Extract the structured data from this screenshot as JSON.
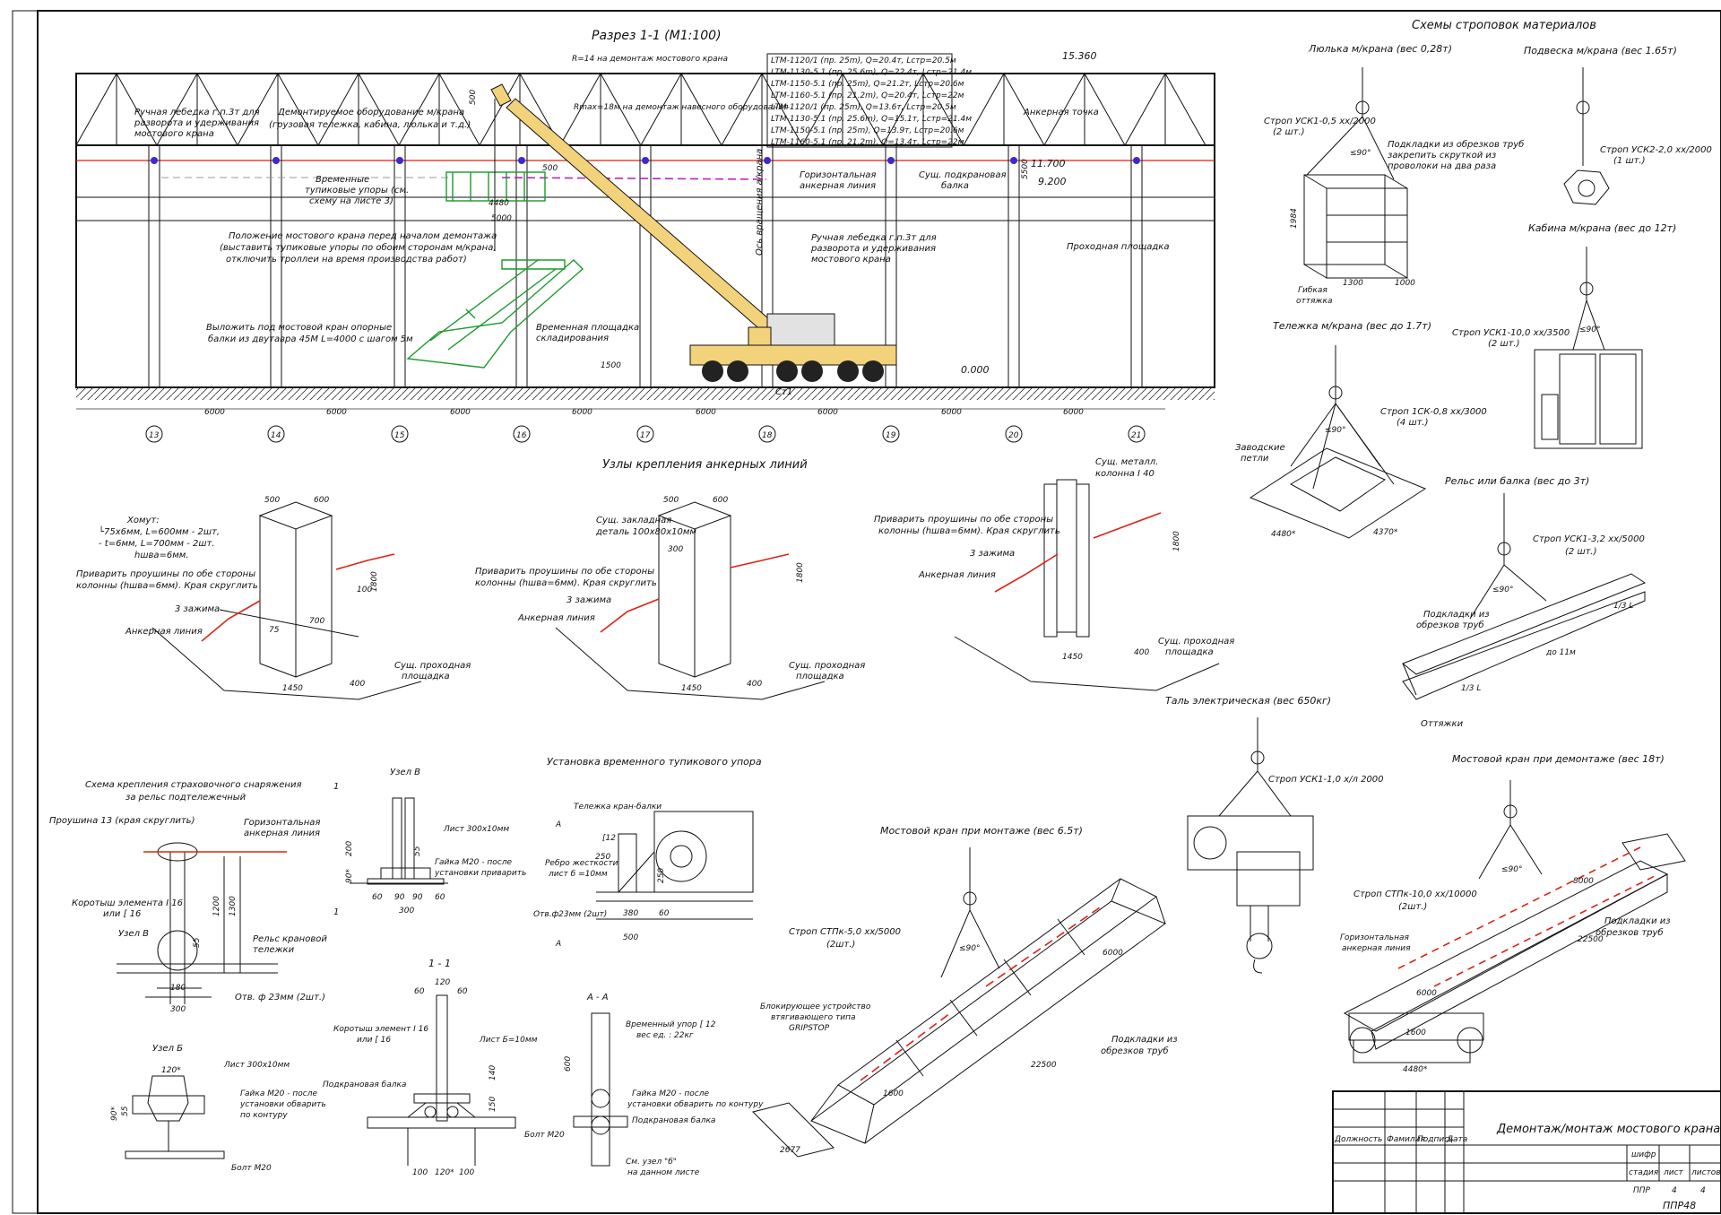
{
  "section": {
    "title": "Разрез 1-1 (М1:100)",
    "radius_label": "R=14 на демонтаж мостового крана",
    "radius_label2": "Rmax=18м на демонтаж навесного оборудования",
    "elev_top": "15.360",
    "elev_mid": "11.700",
    "elev_low": "9.200",
    "elev_zero": "0.000",
    "dim_500": "500",
    "dim_4480": "4480",
    "dim_5000": "5000",
    "dim_5500": "5500",
    "dim_1500": "1500",
    "crane_table": [
      "LTM-1120/1 (пр. 25m), Q=20.4т, Lстр=20.5м",
      "LTM-1130-5.1 (пр. 25.6m), Q=22.4т, Lстр=21.4м",
      "LTM-1150-5.1 (пр. 25m), Q=21.2т, Lстр=20.6м",
      "LTM-1160-5.1 (пр. 21.2m), Q=20.4т, Lстр=22м",
      "LTM-1120/1 (пр. 25m), Q=13.6т, Lстр=20.5м",
      "LTM-1130-5.1 (пр. 25.6m), Q=15.1т, Lстр=21.4м",
      "LTM-1150-5.1 (пр. 25m), Q=13.9т, Lстр=20.6м",
      "LTM-1160-5.1 (пр. 21.2m), Q=13.4т, Lстр=22м"
    ],
    "notes": {
      "winch_left": [
        "Ручная лебедка г.п.3т для",
        "разворота и удерживания",
        "мостового крана"
      ],
      "dismantled": [
        "Демонтируемое оборудование м/крана",
        "(грузовая тележка, кабина, люлька и т.д.)"
      ],
      "stops": [
        "Временные",
        "тупиковые упоры (см.",
        "схему на листе 3)"
      ],
      "position": [
        "Положение мостового крана перед началом демонтажа",
        "(выставить тупиковые упоры по обоим сторонам м/крана,",
        "отключить троллеи на время производства работ)"
      ],
      "beams": [
        "Выложить под мостовой кран опорные",
        "балки из двутавра 45М L=4000 с шагом 5м"
      ],
      "platform": [
        "Временная площадка",
        "складирования"
      ],
      "anchor_line": [
        "Горизонтальная",
        "анкерная линия"
      ],
      "anchor_point": "Анкерная точка",
      "crane_beam": [
        "Сущ. подкрановая",
        "балка"
      ],
      "winch_right": [
        "Ручная лебедка г.п.3т для",
        "разворота и удерживания",
        "мостового крана"
      ],
      "walkway": "Проходная площадка",
      "rotation_axis": "Ось вращения а/крана",
      "st1": "Ст1"
    },
    "axes": [
      "13",
      "14",
      "15",
      "16",
      "17",
      "18",
      "19",
      "20",
      "21"
    ],
    "spans": [
      "6000",
      "6000",
      "6000",
      "6000",
      "6000",
      "6000",
      "6000",
      "6000"
    ]
  },
  "slinging": {
    "title": "Схемы строповок материалов",
    "cradle": {
      "title": "Люлька м/крана (вес 0,28т)",
      "sling": [
        "Строп УСК1-0,5 хх/2000",
        "(2 шт.)"
      ],
      "pads": [
        "Подкладки из обрезков труб",
        "закрепить скруткой из",
        "проволоки на два раза"
      ],
      "guy": [
        "Гибкая",
        "оттяжка"
      ],
      "angle": "≤90°",
      "d1": "1984",
      "d2": "1300",
      "d3": "1000"
    },
    "suspension": {
      "title": "Подвеска м/крана (вес 1.65т)",
      "sling": [
        "Строп УСК2-2,0 хх/2000",
        "(1 шт.)"
      ]
    },
    "cabin": {
      "title": "Кабина м/крана (вес до 12т)",
      "sling": [
        "Строп УСК1-10,0 хх/3500",
        "(2 шт.)"
      ],
      "angle": "≤90°"
    },
    "trolley": {
      "title": "Тележка м/крана (вес до 1.7т)",
      "sling": [
        "Строп 1СК-0,8 хх/3000",
        "(4 шт.)"
      ],
      "loops": [
        "Заводские",
        "петли"
      ],
      "angle": "≤90°",
      "d1": "4480*",
      "d2": "4370*"
    },
    "rail": {
      "title": "Рельс или балка (вес до 3т)",
      "sling": [
        "Строп УСК1-3,2 хх/5000",
        "(2 шт.)"
      ],
      "pads": [
        "Подкладки из",
        "обрезков труб"
      ],
      "guy": "Оттяжки",
      "angle": "≤90°",
      "d1": "1/3 L",
      "d2": "1/3 L",
      "d3": "до 11м"
    }
  },
  "anchor_nodes": {
    "title": "Узлы крепления анкерных линий",
    "n1": {
      "clamp": [
        "Хомут:",
        "└75х6мм, L=600мм - 2шт,",
        "- t=6мм, L=700мм - 2шт.",
        "hшва=6мм."
      ],
      "weld": [
        "Приварить проушины по обе стороны",
        "колонны (hшва=6мм). Края скруглить"
      ],
      "clamps3": "3 зажима",
      "line": "Анкерная линия",
      "walk": [
        "Сущ. проходная",
        "площадка"
      ],
      "d500": "500",
      "d600": "600",
      "d1800": "1800",
      "d1450": "1450",
      "d400": "400",
      "d700": "700",
      "d100": "100",
      "d75": "75"
    },
    "n2": {
      "plate": [
        "Сущ. закладная",
        "деталь 100х80х10мм"
      ],
      "weld": [
        "Приварить проушины по обе стороны",
        "колонны (hшва=6мм). Края скруглить"
      ],
      "clamps3": "3 зажима",
      "line": "Анкерная линия",
      "walk": [
        "Сущ. проходная",
        "площадка"
      ],
      "d500": "500",
      "d600": "600",
      "d300": "300",
      "d1800": "1800",
      "d1450": "1450",
      "d400": "400"
    },
    "n3": {
      "col": [
        "Сущ. металл.",
        "колонна I 40"
      ],
      "weld": [
        "Приварить проушины по обе стороны",
        "колонны (hшва=6мм). Края скруглить"
      ],
      "clamps3": "3 зажима",
      "line": "Анкерная линия",
      "walk": [
        "Сущ. проходная",
        "площадка"
      ],
      "d1800": "1800",
      "d1450": "1450",
      "d400": "400"
    }
  },
  "safety": {
    "title": [
      "Схема крепления страховочного снаряжения",
      "за рельс подтележечный"
    ],
    "eye": "Проушина 13 (края скруглить)",
    "hline": [
      "Горизонтальная",
      "анкерная линия"
    ],
    "short": [
      "Коротыш элемента I 16",
      "или [ 16"
    ],
    "node": "Узел В",
    "rail": [
      "Рельс крановой",
      "тележки"
    ],
    "hole": "Отв. ф 23мм (2шт.)",
    "d1200": "1200",
    "d1300": "1300",
    "d180": "180",
    "d300": "300",
    "d55": "55"
  },
  "node_v": {
    "title": "Узел В",
    "sheet": "Лист 300х10мм",
    "nut": [
      "Гайка М20 - после",
      "установки приварить"
    ],
    "d1": "60",
    "d2": "90",
    "d3": "90",
    "d4": "60",
    "d5": "300",
    "d200": "200",
    "d90": "90*",
    "d55": "55",
    "mark": "1"
  },
  "node_b": {
    "title": "Узел Б",
    "sheet": "Лист 300х10мм",
    "nut": [
      "Гайка М20 - после",
      "установки обварить",
      "по контуру"
    ],
    "bolt": "Болт М20",
    "d120": "120*",
    "d90": "90*",
    "d55": "55"
  },
  "cut11": {
    "title": "1 - 1",
    "short": [
      "Коротыш элемент I 16",
      "или [ 16"
    ],
    "sheet": "Лист Б=10мм",
    "beam": "Подкрановая балка",
    "bolt": "Болт М20",
    "d60a": "60",
    "d120": "120",
    "d60b": "60",
    "d100a": "100",
    "d120b": "120*",
    "d100b": "100",
    "d140": "140",
    "d150": "150"
  },
  "stop_install": {
    "title": "Установка временного тупикового упора",
    "trolley": "Тележка кран-балки",
    "rib": [
      "Ребро жесткости",
      "лист б =10мм"
    ],
    "hole": "Отв.ф23мм (2шт)",
    "ch": "[12",
    "d250a": "250",
    "d250b": "250",
    "d380": "380",
    "d60": "60",
    "d500": "500",
    "A": "А"
  },
  "cutAA": {
    "title": "А - А",
    "stop": [
      "Временный упор [ 12",
      "вес ед. : 22кг"
    ],
    "nut": [
      "Гайка М20 - после",
      "установки обварить по контуру"
    ],
    "beam": "Подкрановая балка",
    "see": [
      "См. узел \"б\"",
      "на данном листе"
    ],
    "d600": "600"
  },
  "bridge_mount": {
    "title": "Мостовой кран при монтаже (вес 6.5т)",
    "sling": [
      "Строп СТПк-5,0 хх/5000",
      "(2шт.)"
    ],
    "block": [
      "Блокирующее устройство",
      "втягивающего типа",
      "GRIPSTOP"
    ],
    "pads": [
      "Подкладки из",
      "обрезков труб"
    ],
    "angle": "≤90°",
    "d22500": "22500",
    "d2677": "2677",
    "d6000": "6000",
    "d1600": "1600"
  },
  "hoist": {
    "title": "Таль электрическая (вес 650кг)",
    "sling": "Строп УСК1-1,0 х/л 2000"
  },
  "bridge_dismount": {
    "title": "Мостовой кран при демонтаже (вес 18т)",
    "sling": [
      "Строп СТПк-10,0 хх/10000",
      "(2шт.)"
    ],
    "hline": [
      "Горизонтальная",
      "анкерная линия"
    ],
    "pads": [
      "Подкладки из",
      "обрезков труб"
    ],
    "angle": "≤90°",
    "d22500": "22500",
    "d6000": "6000",
    "d1600": "1600",
    "d4480": "4480*",
    "d8000": "8000"
  },
  "stamp": {
    "title": "Демонтаж/монтаж мостового крана",
    "h1": "Должность",
    "h2": "Фамилия",
    "h3": "Подпись",
    "h4": "Дата",
    "sheetlabel": "шифр",
    "c1": "стадия",
    "c2": "лист",
    "c3": "листов",
    "v1": "ППР",
    "v2": "4",
    "v3": "4",
    "code": "ППР48"
  }
}
